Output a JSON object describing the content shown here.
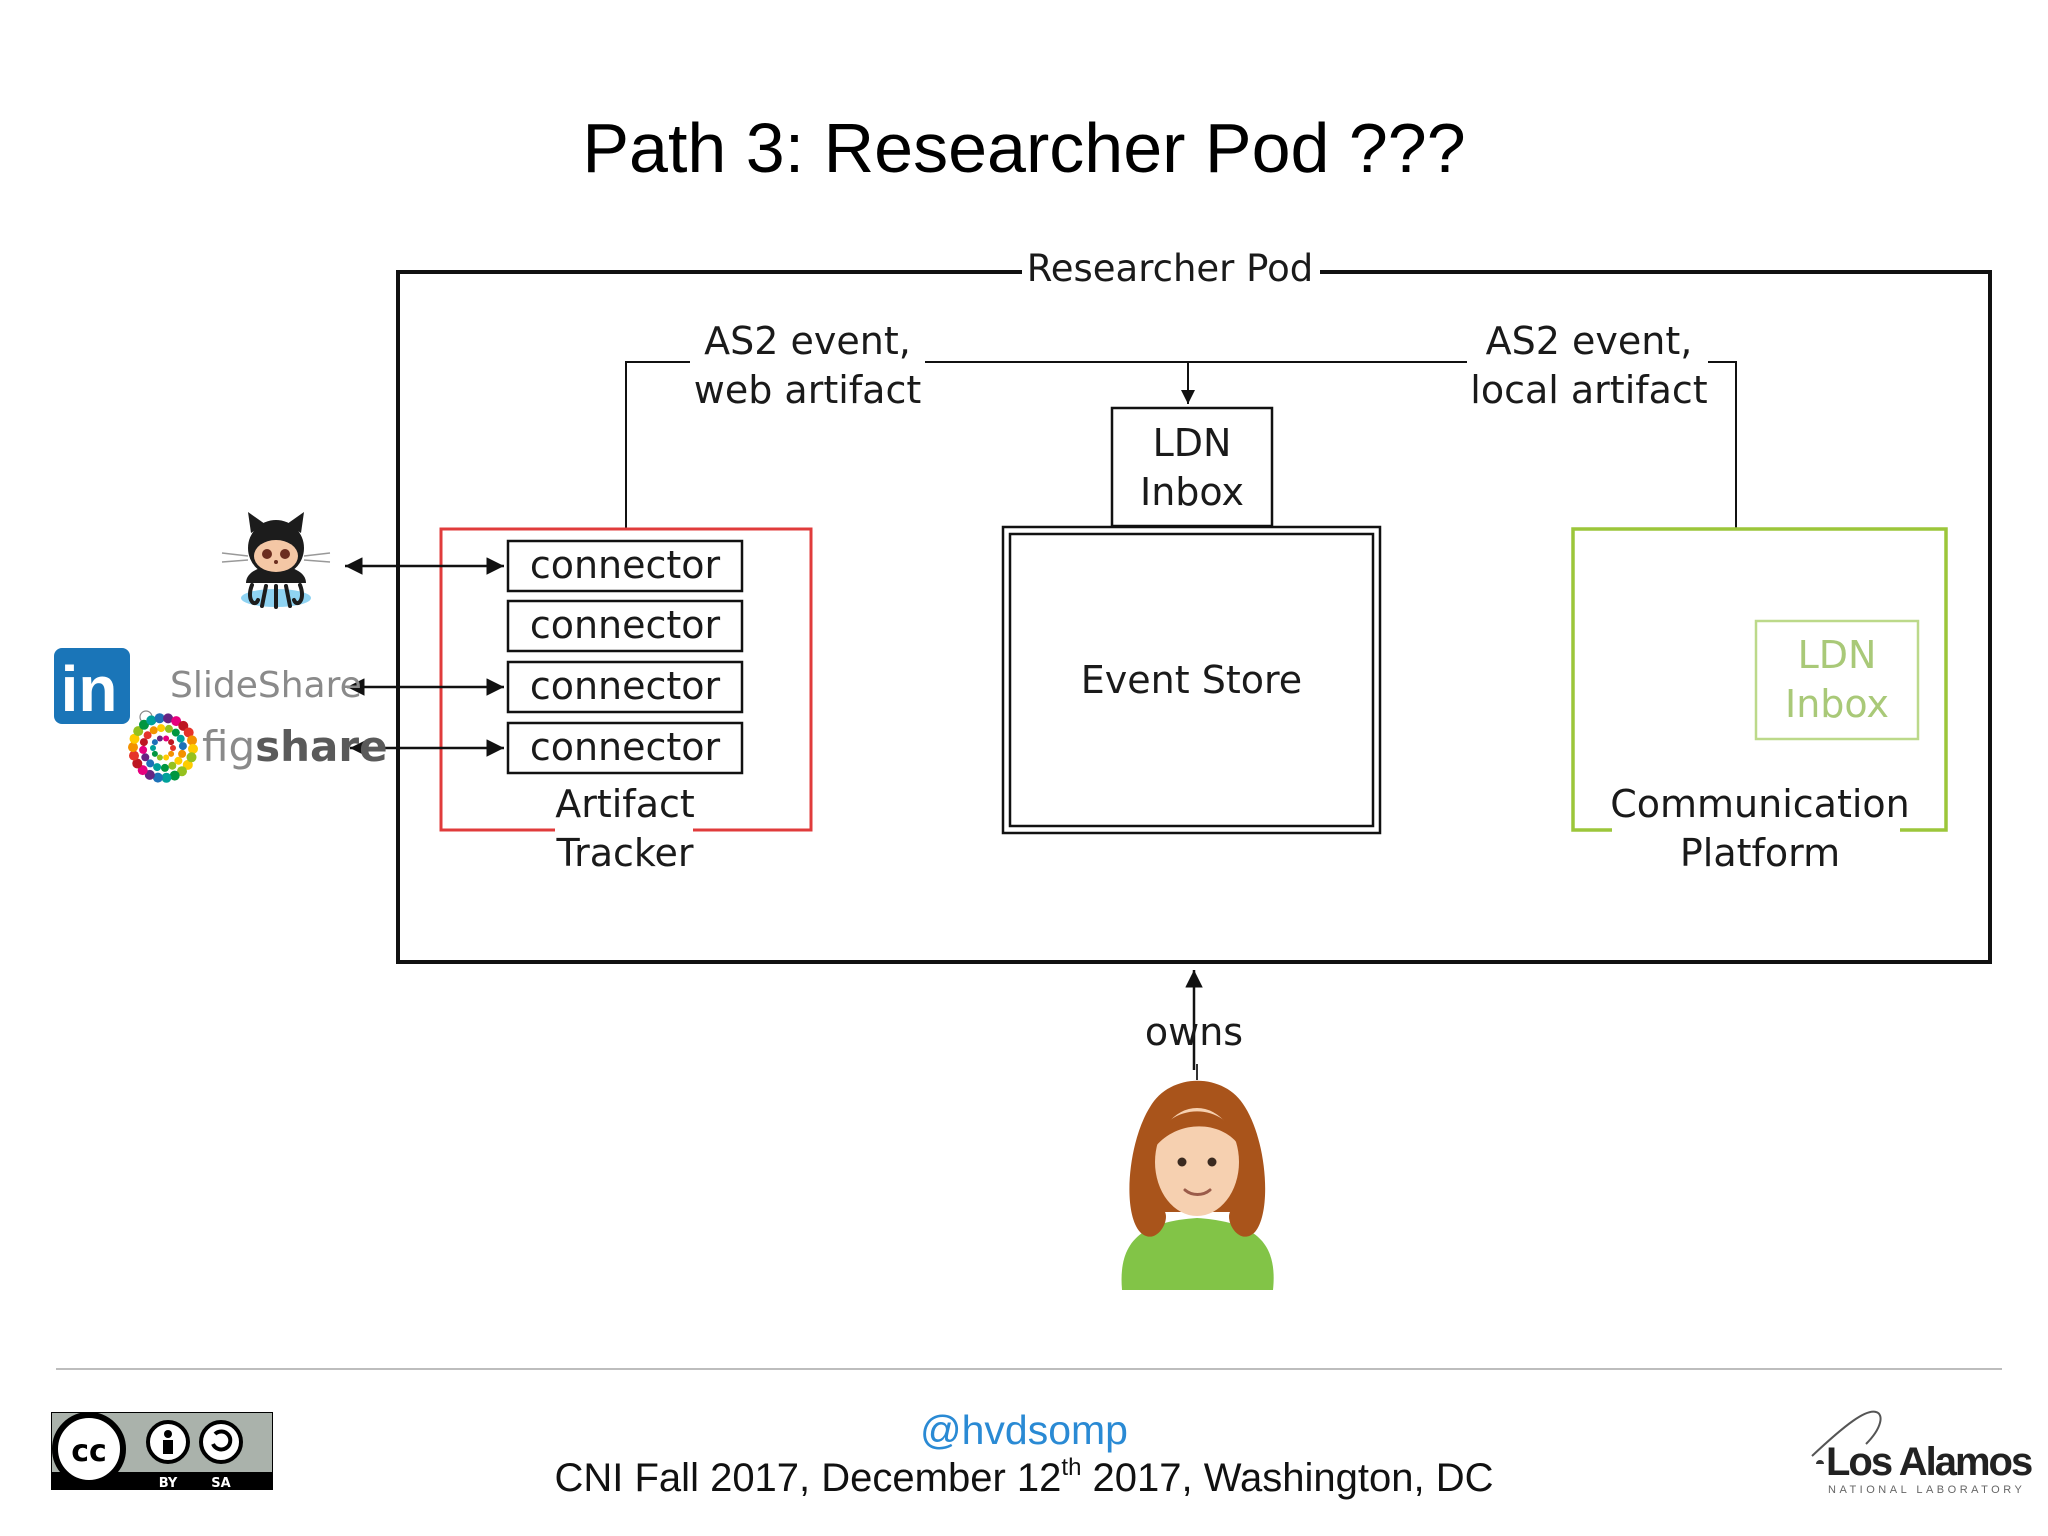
{
  "slide": {
    "title": "Path 3: Researcher Pod ???",
    "footer_handle": "@hvdsomp",
    "footer_event_before": "CNI Fall 2017, December 12",
    "footer_event_sup": "th",
    "footer_event_after": " 2017, Washington, DC"
  },
  "diagram": {
    "pod_label": "Researcher Pod",
    "left_event_label": [
      "AS2 event,",
      "web artifact"
    ],
    "right_event_label": [
      "AS2 event,",
      "local artifact"
    ],
    "ldn_inbox_label": [
      "LDN",
      "Inbox"
    ],
    "event_store_label": "Event Store",
    "connectors": [
      "connector",
      "connector",
      "connector",
      "connector"
    ],
    "artifact_tracker_label": [
      "Artifact",
      "Tracker"
    ],
    "comm_inbox_label": [
      "LDN",
      "Inbox"
    ],
    "comm_platform_label": [
      "Communication",
      "Platform"
    ],
    "owns_label": "owns",
    "services": {
      "slideshare": "SlideShare",
      "figshare_prefix": "fig",
      "figshare_suffix": "share",
      "linkedin_mark": "in"
    }
  },
  "logos": {
    "cc_mark": "cc",
    "cc_by": "BY",
    "cc_sa": "SA",
    "lanl_name": "Los Alamos",
    "lanl_subtitle": "NATIONAL LABORATORY"
  },
  "colors": {
    "tracker_border": "#e03b3b",
    "platform_border": "#9cc63a",
    "comm_inbox_border": "#bcd98a",
    "comm_inbox_text": "#a9c978",
    "linkedin": "#1a75b8",
    "handle": "#2a8ad4",
    "person_shirt": "#82c447",
    "person_hair": "#a9541b"
  }
}
